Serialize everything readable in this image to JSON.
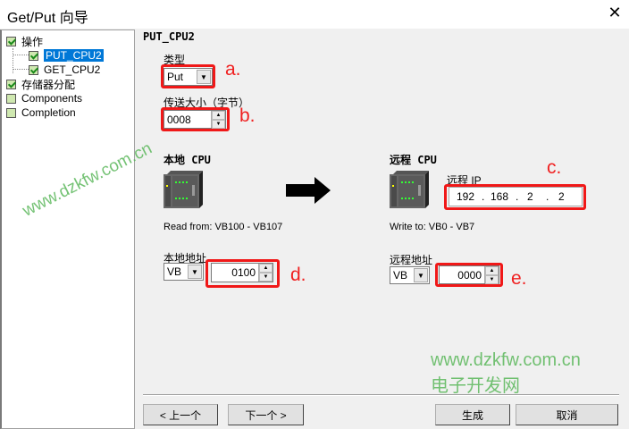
{
  "window": {
    "title": "Get/Put 向导",
    "close": "✕"
  },
  "tree": {
    "items": [
      {
        "label": "操作",
        "checked": true
      },
      {
        "label": "PUT_CPU2",
        "checked": true,
        "selected": true
      },
      {
        "label": "GET_CPU2",
        "checked": true
      },
      {
        "label": "存储器分配",
        "checked": true
      },
      {
        "label": "Components",
        "checked": false
      },
      {
        "label": "Completion",
        "checked": false
      }
    ]
  },
  "page": {
    "heading": "PUT_CPU2",
    "type_label": "类型",
    "type_value": "Put",
    "size_label": "传送大小（字节）",
    "size_value": "0008",
    "local": {
      "heading": "本地 CPU",
      "info": "Read from: VB100 - VB107",
      "addr_label": "本地地址",
      "area": "VB",
      "addr": "0100"
    },
    "remote": {
      "heading": "远程 CPU",
      "ip_label": "远程 IP",
      "ip": [
        "192",
        "168",
        "2",
        "2"
      ],
      "ip_sep": ".",
      "info": "Write to: VB0 - VB7",
      "addr_label": "远程地址",
      "area": "VB",
      "addr": "0000"
    }
  },
  "annotations": {
    "a": "a.",
    "b": "b.",
    "c": "c.",
    "d": "d.",
    "e": "e."
  },
  "buttons": {
    "prev": "< 上一个",
    "next": "下一个 >",
    "generate": "生成",
    "cancel": "取消"
  },
  "watermark": {
    "url": "www.dzkfw.com.cn",
    "url2": "www.dzkfw.com.cn",
    "site": "电子开发网"
  },
  "colors": {
    "annotation": "#f02020",
    "selection": "#0078d7",
    "watermark": "#5cb85c"
  }
}
